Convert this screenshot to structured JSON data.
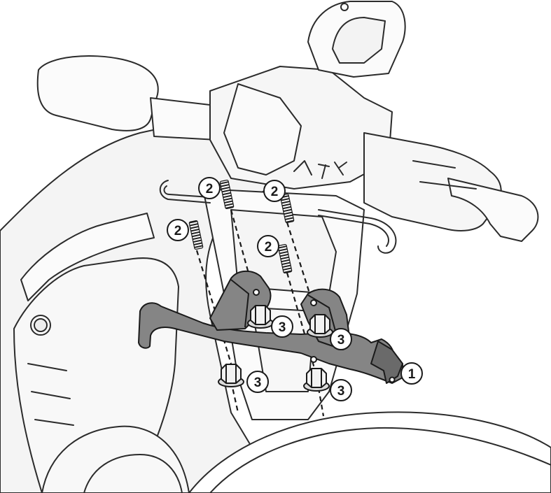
{
  "diagram": {
    "callouts": {
      "bracket": "1",
      "stud": "2",
      "nut": "3"
    },
    "colors": {
      "line": "#2b2b2b",
      "fairing_fill": "#f4f4f4",
      "light_fill": "#fbfbfb",
      "bracket_fill": "#858585",
      "bracket_shade": "#6a6a6a",
      "callout_fill": "#ffffff"
    }
  }
}
